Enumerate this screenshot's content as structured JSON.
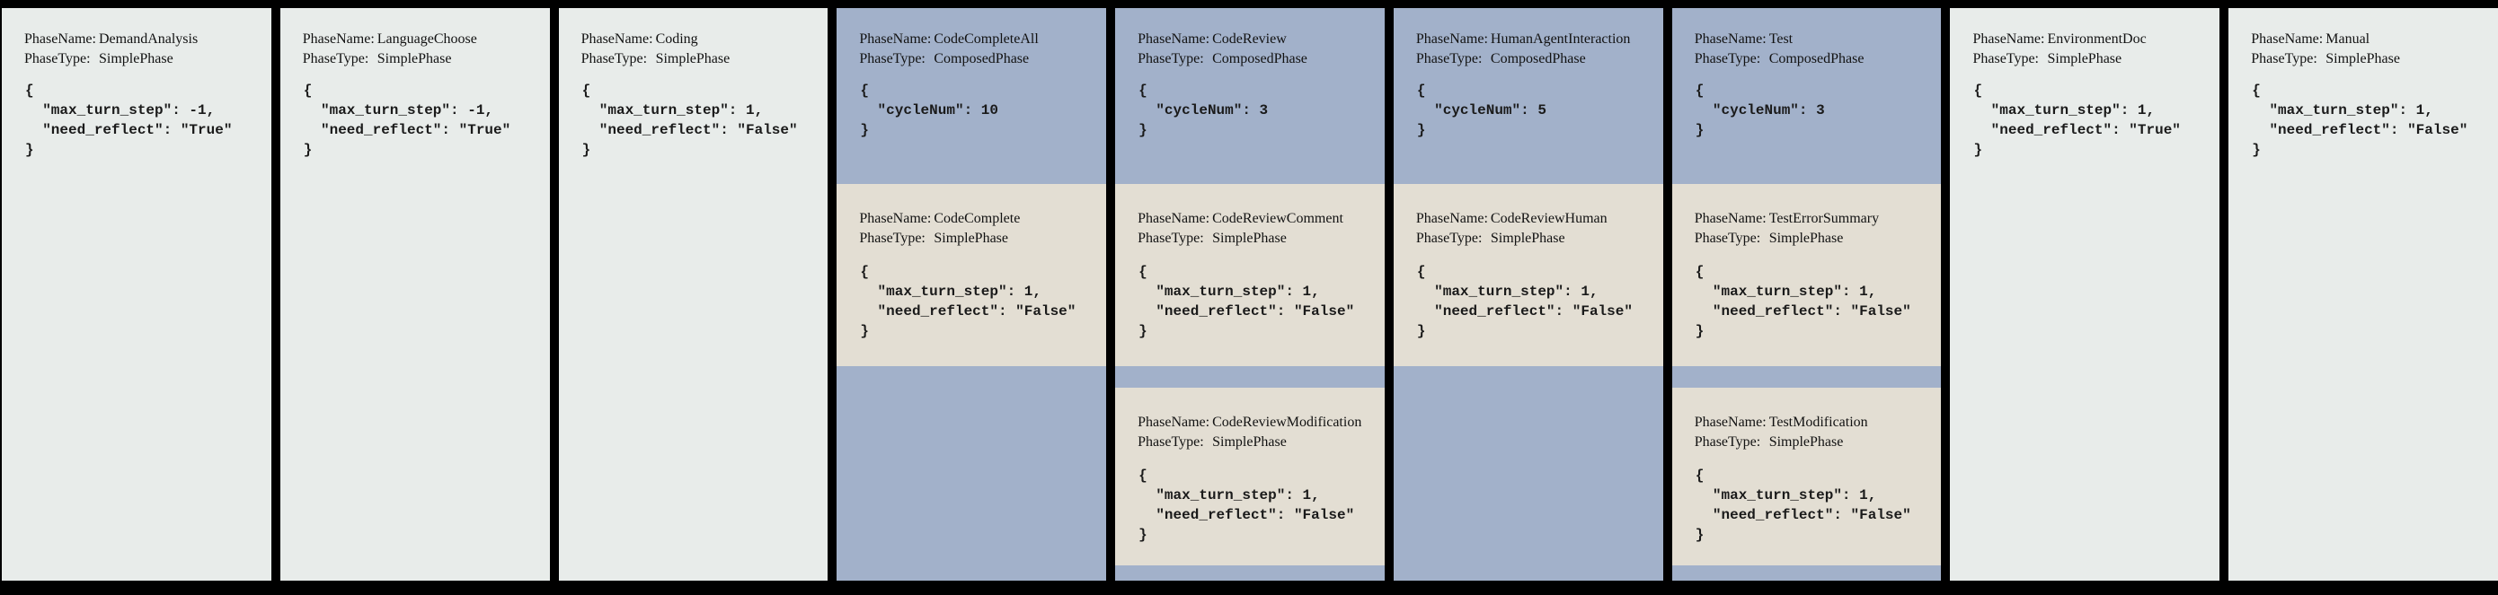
{
  "labels": {
    "phase_name": "PhaseName:",
    "phase_type": "PhaseType:"
  },
  "colors": {
    "background": "#000000",
    "simple_phase_card": "#e8ecea",
    "composed_phase_card": "#a2b1ca",
    "nested_phase_card": "#e3ded3",
    "text": "#121212"
  },
  "phases": [
    {
      "name": "DemandAnalysis",
      "type": "SimplePhase",
      "config": "{\n  \"max_turn_step\": -1,\n  \"need_reflect\": \"True\"\n}"
    },
    {
      "name": "LanguageChoose",
      "type": "SimplePhase",
      "config": "{\n  \"max_turn_step\": -1,\n  \"need_reflect\": \"True\"\n}"
    },
    {
      "name": "Coding",
      "type": "SimplePhase",
      "config": "{\n  \"max_turn_step\": 1,\n  \"need_reflect\": \"False\"\n}"
    },
    {
      "name": "CodeCompleteAll",
      "type": "ComposedPhase",
      "config": "{\n  \"cycleNum\": 10\n}",
      "children": [
        {
          "name": "CodeComplete",
          "type": "SimplePhase",
          "config": "{\n  \"max_turn_step\": 1,\n  \"need_reflect\": \"False\"\n}"
        }
      ]
    },
    {
      "name": "CodeReview",
      "type": "ComposedPhase",
      "config": "{\n  \"cycleNum\": 3\n}",
      "children": [
        {
          "name": "CodeReviewComment",
          "type": "SimplePhase",
          "config": "{\n  \"max_turn_step\": 1,\n  \"need_reflect\": \"False\"\n}"
        },
        {
          "name": "CodeReviewModification",
          "type": "SimplePhase",
          "config": "{\n  \"max_turn_step\": 1,\n  \"need_reflect\": \"False\"\n}"
        }
      ]
    },
    {
      "name": "HumanAgentInteraction",
      "type": "ComposedPhase",
      "config": "{\n  \"cycleNum\": 5\n}",
      "children": [
        {
          "name": "CodeReviewHuman",
          "type": "SimplePhase",
          "config": "{\n  \"max_turn_step\": 1,\n  \"need_reflect\": \"False\"\n}"
        }
      ]
    },
    {
      "name": "Test",
      "type": "ComposedPhase",
      "config": "{\n  \"cycleNum\": 3\n}",
      "children": [
        {
          "name": "TestErrorSummary",
          "type": "SimplePhase",
          "config": "{\n  \"max_turn_step\": 1,\n  \"need_reflect\": \"False\"\n}"
        },
        {
          "name": "TestModification",
          "type": "SimplePhase",
          "config": "{\n  \"max_turn_step\": 1,\n  \"need_reflect\": \"False\"\n}"
        }
      ]
    },
    {
      "name": "EnvironmentDoc",
      "type": "SimplePhase",
      "config": "{\n  \"max_turn_step\": 1,\n  \"need_reflect\": \"True\"\n}"
    },
    {
      "name": "Manual",
      "type": "SimplePhase",
      "config": "{\n  \"max_turn_step\": 1,\n  \"need_reflect\": \"False\"\n}"
    }
  ]
}
